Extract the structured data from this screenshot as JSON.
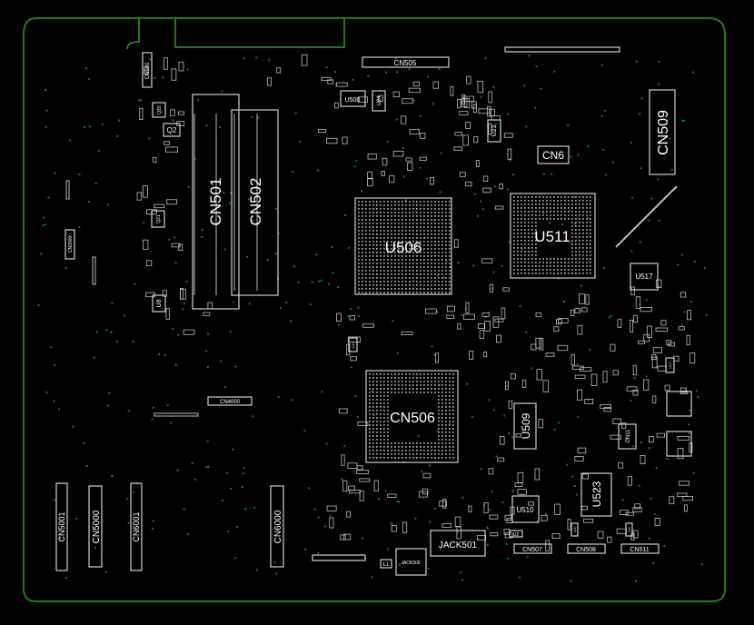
{
  "view": {
    "title": "PCB board layout viewer",
    "colors": {
      "background": "#000000",
      "board_edge": "#1f7a1f",
      "component_outline": "#cfcfcf",
      "via": "#0e6f66",
      "label": "#ffffff"
    }
  },
  "components": {
    "cn500": "CN500",
    "cn505": "CN505",
    "u500": "U500",
    "u24": "U24",
    "u23": "U23",
    "cn509": "CN509",
    "cn6": "CN6",
    "q15": "Q15",
    "q2": "Q2",
    "q21": "Q21",
    "u8": "U8",
    "cn501": "CN501",
    "cn502": "CN502",
    "cn3000": "CN3000",
    "u506": "U506",
    "u511": "U511",
    "u517": "U517",
    "u13": "U13",
    "cn506": "CN506",
    "cn4000": "CN4000",
    "u509": "U509",
    "u27": "U27",
    "cn11": "CN11",
    "cn5001": "CN5001",
    "cn5000": "CN5000",
    "cn6001": "CN6001",
    "cn6000": "CN6000",
    "jack501": "JACK501",
    "jack500": "JACK500",
    "l1": "L1",
    "u510": "U510",
    "u523": "U523",
    "u2": "U2",
    "u3": "U3",
    "u4": "U4",
    "cn507": "CN507",
    "cn508": "CN508",
    "cn511": "CN511"
  }
}
